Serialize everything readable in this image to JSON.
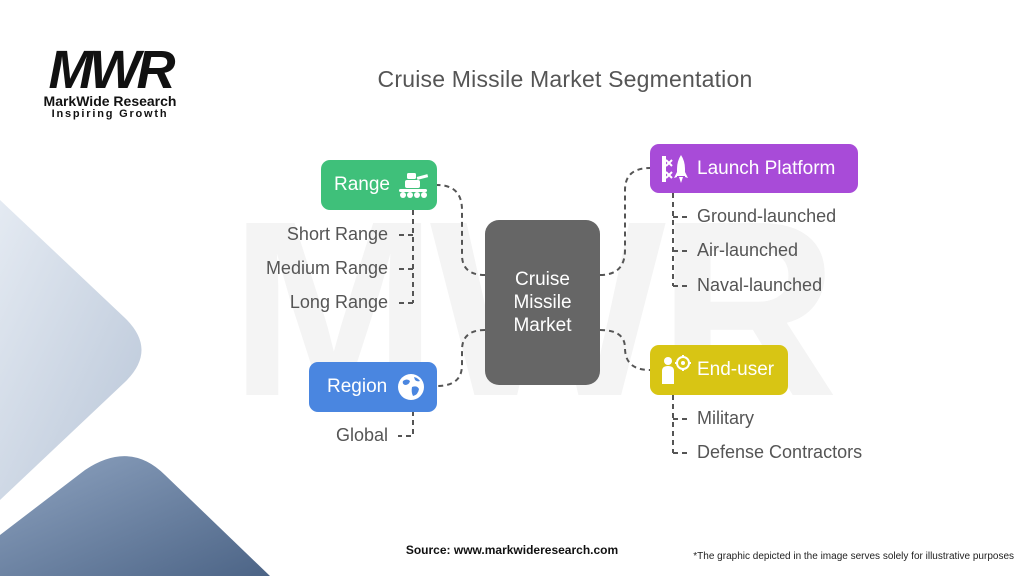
{
  "title": "Cruise Missile Market Segmentation",
  "logo": {
    "mark": "MWR",
    "name": "MarkWide Research",
    "tagline": "Inspiring Growth",
    "watermark": "MWR"
  },
  "center": {
    "lines": [
      "Cruise",
      "Missile",
      "Market"
    ]
  },
  "segments": {
    "range": {
      "label": "Range",
      "icon": "tank-icon",
      "color": "#3fc07a",
      "items": [
        "Short Range",
        "Medium Range",
        "Long Range"
      ]
    },
    "region": {
      "label": "Region",
      "icon": "globe-icon",
      "color": "#4a86e0",
      "items": [
        "Global"
      ]
    },
    "launch": {
      "label": "Launch Platform",
      "icon": "rocket-launch-icon",
      "color": "#a84bd8",
      "items": [
        "Ground-launched",
        "Air-launched",
        "Naval-launched"
      ]
    },
    "enduser": {
      "label": "End-user",
      "icon": "soldier-target-icon",
      "color": "#d8c514",
      "items": [
        "Military",
        "Defense Contractors"
      ]
    }
  },
  "footer": {
    "source": "Source: www.markwideresearch.com",
    "note": "*The graphic depicted in the image serves solely for illustrative purposes"
  }
}
